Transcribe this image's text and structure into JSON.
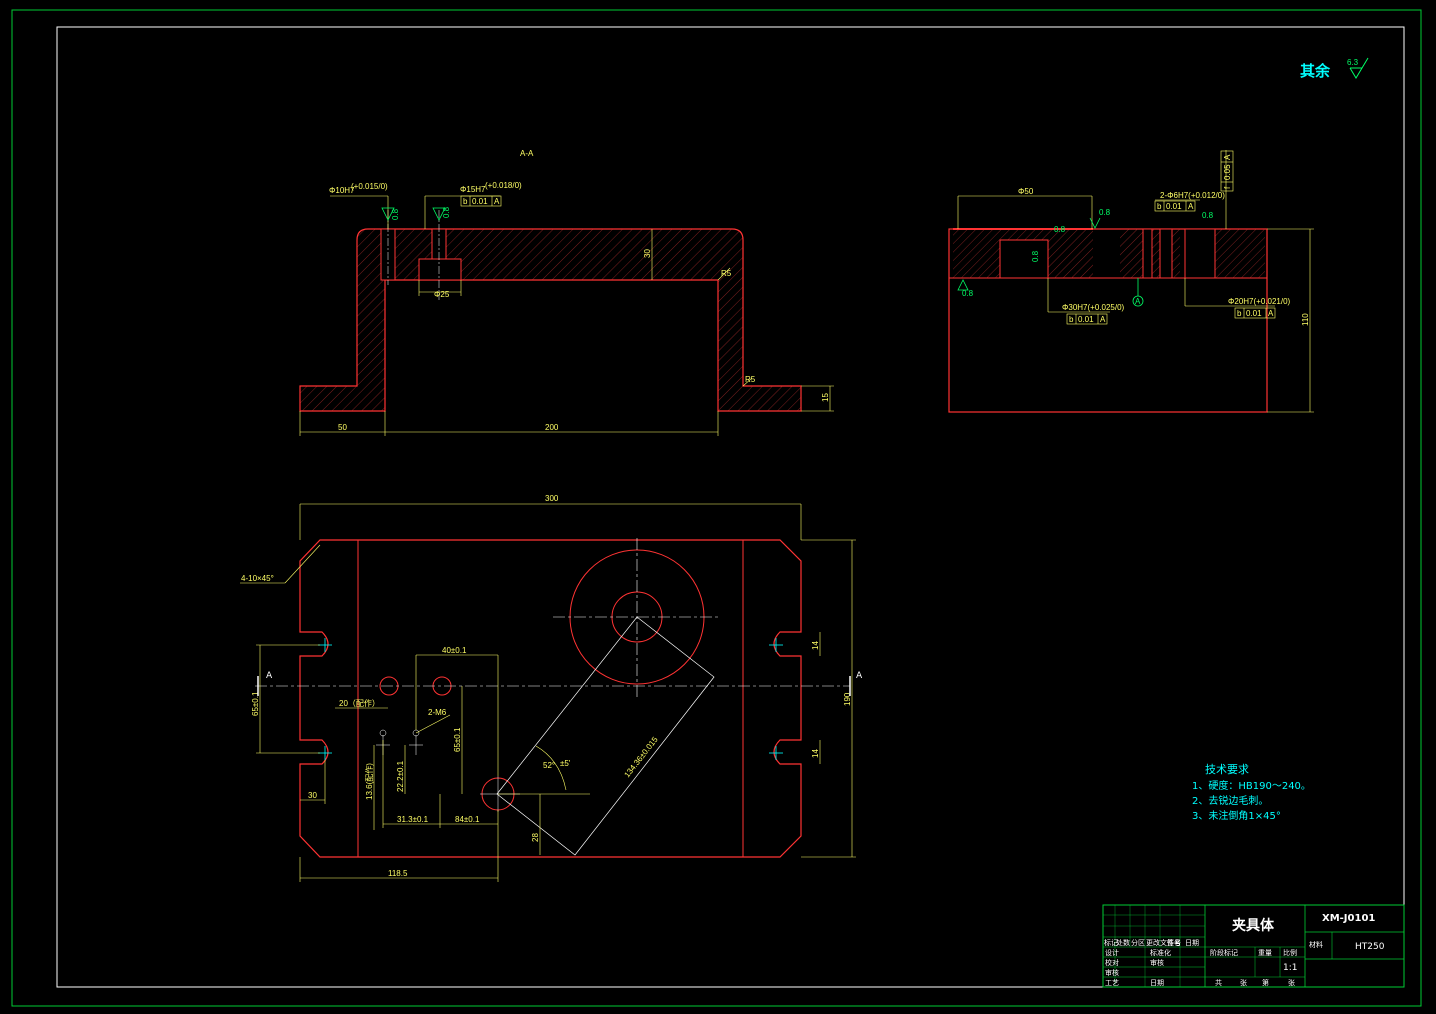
{
  "drawing": {
    "roughness_note": {
      "label": "其余",
      "value": "6.3"
    },
    "section_label": "A-A",
    "tech_requirements": {
      "title": "技术要求",
      "items": [
        "1、硬度：HB190～240。",
        "2、去锐边毛刺。",
        "3、未注倒角1×45°"
      ]
    },
    "section_view": {
      "dims": [
        "50",
        "200",
        "30",
        "15",
        "R5",
        "R5",
        "Φ25"
      ],
      "hole_callouts": [
        {
          "label": "Φ10H7",
          "tol": "(+0.015/0)",
          "rough": "0.8"
        },
        {
          "label": "Φ15H7",
          "tol": "(+0.018/0)",
          "rough": "0.8"
        }
      ],
      "gdt": [
        {
          "sym": "b",
          "val": "0.01",
          "ref": "A"
        }
      ]
    },
    "side_view": {
      "dims": [
        "Φ50",
        "110"
      ],
      "callouts": [
        "2-Φ6H7(+0.012/0)",
        "Φ30H7(+0.025/0)",
        "Φ20H7(+0.021/0)"
      ],
      "roughness": [
        "0.8",
        "0.8",
        "0.8",
        "0.8",
        "0.8"
      ],
      "gdt": [
        {
          "sym": "b",
          "val": "0.01",
          "ref": "A"
        },
        {
          "sym": "b",
          "val": "0.01",
          "ref": "A"
        },
        {
          "sym": "b",
          "val": "0.01",
          "ref": "A"
        },
        {
          "sym": "f",
          "val": "0.05",
          "ref": "A"
        }
      ],
      "datum": "A"
    },
    "plan_view": {
      "dims": [
        "300",
        "190",
        "14",
        "14",
        "30",
        "118.5",
        "40±0.1",
        "65±0.1",
        "20（配作）",
        "2-M6",
        "65±0.1",
        "13.6(配作)",
        "22.2±0.1",
        "31.3±0.1",
        "84±0.1",
        "52°",
        "±5'",
        "134.36±0.015",
        "28"
      ],
      "chamfer_note": "4-10×45°",
      "section_marks": [
        "A",
        "A"
      ]
    }
  },
  "title_block": {
    "part_name": "夹具体",
    "drawing_no": "XM-J0101",
    "material": "HT250",
    "scale": "1:1",
    "material_label": "材料",
    "rows": [
      [
        "标记",
        "处数",
        "分区",
        "更改文件号",
        "签名",
        "日期"
      ],
      [
        "设计",
        "",
        "标准化",
        ""
      ],
      [
        "校对",
        "",
        "审核",
        ""
      ],
      [
        "审核",
        "",
        "",
        ""
      ],
      [
        "工艺",
        "",
        "日期",
        ""
      ]
    ],
    "stage_headers": [
      "阶段标记",
      "重量",
      "比例"
    ],
    "sheet_labels": [
      "共",
      "张",
      "第",
      "张"
    ]
  }
}
